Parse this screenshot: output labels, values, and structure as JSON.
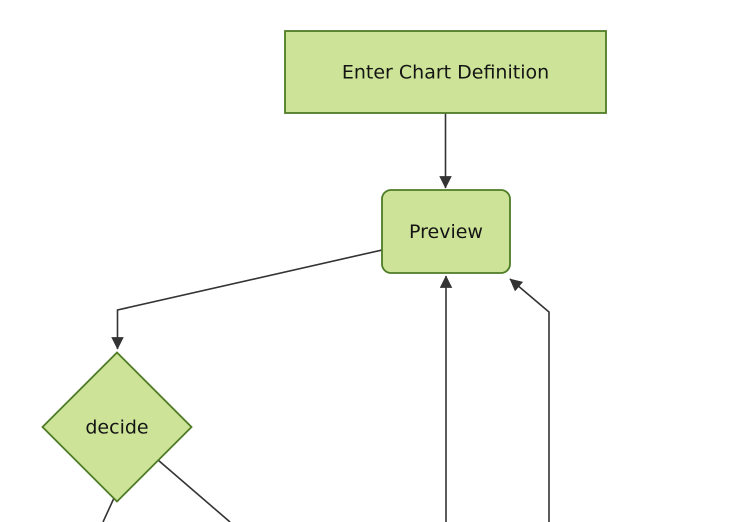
{
  "diagram": {
    "type": "flowchart-top-down",
    "background_color": "#ffffff",
    "node_fill_color": "#cde498",
    "node_border_color": "#4e7b26",
    "edge_color": "#333333",
    "text_color": "#141414",
    "nodes": [
      {
        "id": "enter-chart-definition",
        "label": "Enter Chart Definition",
        "shape": "rectangle"
      },
      {
        "id": "preview",
        "label": "Preview",
        "shape": "rounded-rectangle"
      },
      {
        "id": "decide",
        "label": "decide",
        "shape": "diamond"
      }
    ],
    "edges": [
      {
        "from": "enter-chart-definition",
        "to": "preview",
        "arrowhead": true
      },
      {
        "from": "preview",
        "to": "decide",
        "arrowhead": true
      },
      {
        "from": "decide",
        "to": "offscreen-bottom-left",
        "arrowhead": false
      },
      {
        "from": "decide",
        "to": "offscreen-bottom-right",
        "arrowhead": false
      },
      {
        "from": "offscreen-bottom-center",
        "to": "preview",
        "arrowhead": true
      },
      {
        "from": "offscreen-bottom-right",
        "to": "preview",
        "arrowhead": true
      }
    ]
  }
}
